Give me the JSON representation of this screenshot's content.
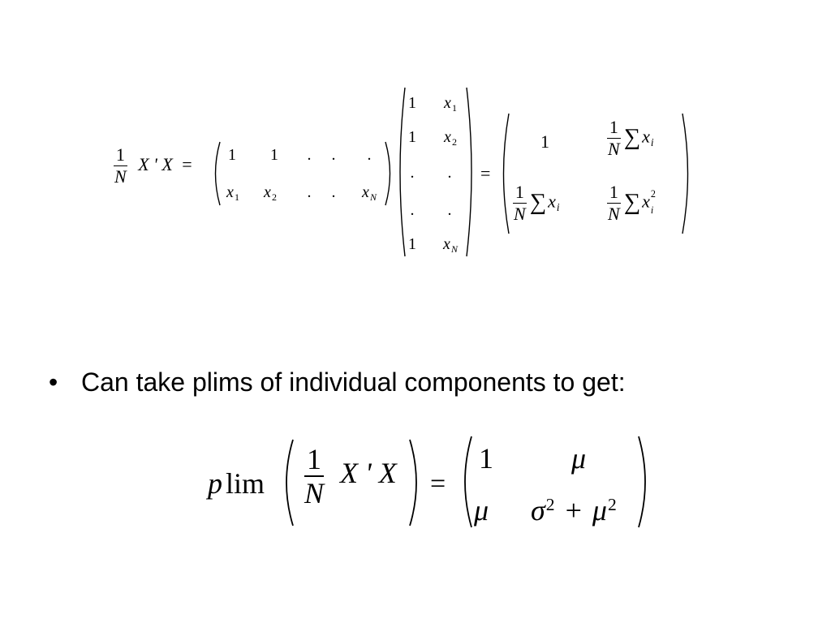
{
  "equation1": {
    "lhs_numerator": "1",
    "lhs_denominator": "N",
    "lhs_expression": "X ' X",
    "equals": "=",
    "row_matrix": {
      "row1": [
        "1",
        "1",
        ".",
        ".",
        "."
      ],
      "row2": [
        {
          "base": "x",
          "sub": "1"
        },
        {
          "base": "x",
          "sub": "2"
        },
        {
          "base": ".",
          "sub": ""
        },
        {
          "base": ".",
          "sub": ""
        },
        {
          "base": "x",
          "sub": "N"
        }
      ]
    },
    "col_matrix": {
      "rows": [
        [
          "1",
          {
            "base": "x",
            "sub": "1"
          }
        ],
        [
          "1",
          {
            "base": "x",
            "sub": "2"
          }
        ],
        [
          ".",
          "."
        ],
        [
          ".",
          "."
        ],
        [
          "1",
          {
            "base": "x",
            "sub": "N"
          }
        ]
      ]
    },
    "result": {
      "r1c1": "1",
      "r1c2": {
        "num": "1",
        "den": "N",
        "sum": "∑",
        "base": "x",
        "sub": "i"
      },
      "r2c1": {
        "num": "1",
        "den": "N",
        "sum": "∑",
        "base": "x",
        "sub": "i"
      },
      "r2c2": {
        "num": "1",
        "den": "N",
        "sum": "∑",
        "base": "x",
        "sub": "i",
        "sup": "2"
      }
    }
  },
  "bullet": {
    "marker": "•",
    "text": "Can take plims of individual components to get:"
  },
  "equation2": {
    "p": "p",
    "lim": "lim",
    "numerator": "1",
    "denominator": "N",
    "expression": "X ' X",
    "equals": "=",
    "r1c1": "1",
    "r1c2": "μ",
    "r2c1": "μ",
    "r2c2_sigma": "σ",
    "r2c2_sigma_sup": "2",
    "r2c2_plus": "+",
    "r2c2_mu": "μ",
    "r2c2_mu_sup": "2"
  }
}
